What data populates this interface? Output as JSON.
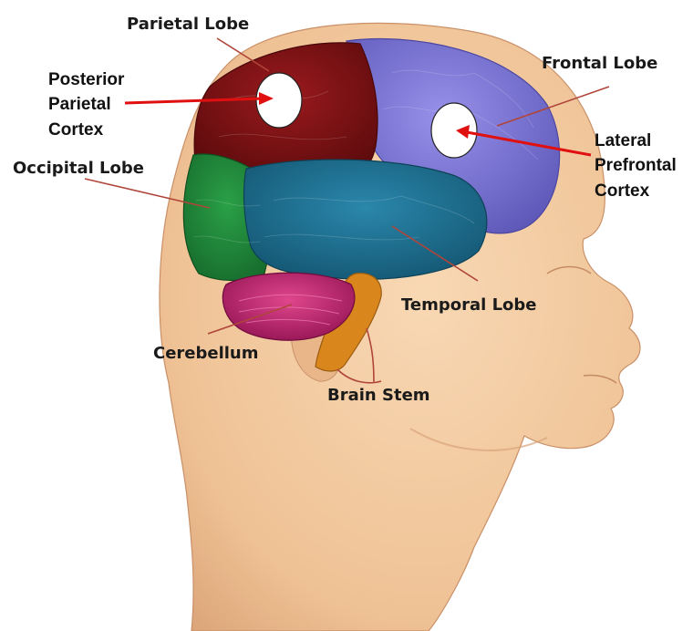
{
  "diagram": {
    "labels": {
      "parietal_lobe": "Parietal Lobe",
      "frontal_lobe": "Frontal Lobe",
      "occipital_lobe": "Occipital Lobe",
      "temporal_lobe": "Temporal Lobe",
      "cerebellum": "Cerebellum",
      "brain_stem": "Brain Stem",
      "posterior_parietal_cortex": [
        "Posterior",
        "Parietal",
        "Cortex"
      ],
      "lateral_prefrontal_cortex": [
        "Lateral",
        "Prefrontal",
        "Cortex"
      ]
    },
    "colors": {
      "skin": "#f2c9a0",
      "skin_shadow": "#d9a77c",
      "parietal": "#7a0f12",
      "frontal": "#7d77d6",
      "occipital": "#1f8a3a",
      "temporal": "#1c6f8f",
      "cerebellum": "#c2266f",
      "brain_stem": "#d9861c",
      "arrow": "#e01010",
      "leader": "#b0453a"
    }
  }
}
